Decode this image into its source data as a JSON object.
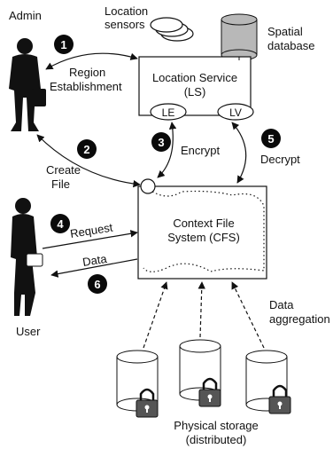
{
  "labels": {
    "admin": "Admin",
    "location_sensors_1": "Location",
    "location_sensors_2": "sensors",
    "spatial_db_1": "Spatial",
    "spatial_db_2": "database",
    "region_1": "Region",
    "region_2": "Establishment",
    "ls_1": "Location Service",
    "ls_2": "(LS)",
    "le": "LE",
    "lv": "LV",
    "create_1": "Create",
    "create_2": "File",
    "encrypt": "Encrypt",
    "decrypt": "Decrypt",
    "cfs_1": "Context File",
    "cfs_2": "System (CFS)",
    "request": "Request",
    "data": "Data",
    "data_aggregation_1": "Data",
    "data_aggregation_2": "aggregation",
    "user": "User",
    "physical_1": "Physical storage",
    "physical_2": "(distributed)"
  },
  "steps": [
    "1",
    "2",
    "3",
    "4",
    "5",
    "6"
  ],
  "colors": {
    "ink": "#111111",
    "paper": "#ffffff",
    "badge": "#0a0a0a",
    "cylinder": "#b8b8b8"
  }
}
